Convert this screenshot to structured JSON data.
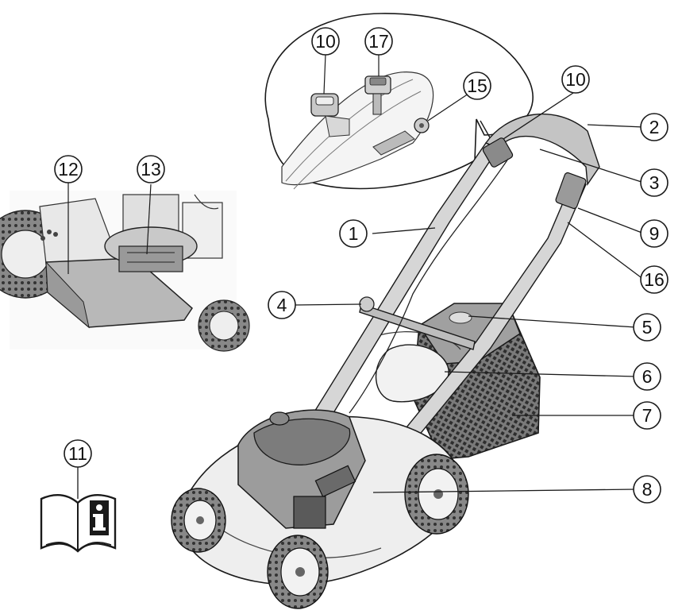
{
  "callouts": [
    {
      "id": "c1",
      "label": "1"
    },
    {
      "id": "c2",
      "label": "2"
    },
    {
      "id": "c3",
      "label": "3"
    },
    {
      "id": "c4",
      "label": "4"
    },
    {
      "id": "c5",
      "label": "5"
    },
    {
      "id": "c6",
      "label": "6"
    },
    {
      "id": "c7",
      "label": "7"
    },
    {
      "id": "c8",
      "label": "8"
    },
    {
      "id": "c9",
      "label": "9"
    },
    {
      "id": "c10a",
      "label": "10"
    },
    {
      "id": "c10b",
      "label": "10"
    },
    {
      "id": "c11",
      "label": "11"
    },
    {
      "id": "c12",
      "label": "12"
    },
    {
      "id": "c13",
      "label": "13"
    },
    {
      "id": "c15",
      "label": "15"
    },
    {
      "id": "c16",
      "label": "16"
    },
    {
      "id": "c17",
      "label": "17"
    }
  ],
  "icons": {
    "manual": "read-manual-info-icon"
  },
  "colors": {
    "line": "#1a1a1a",
    "fill_light": "#d9d9d9",
    "fill_mid": "#a8a8a8",
    "fill_dark": "#555555",
    "grid": "#333333"
  }
}
